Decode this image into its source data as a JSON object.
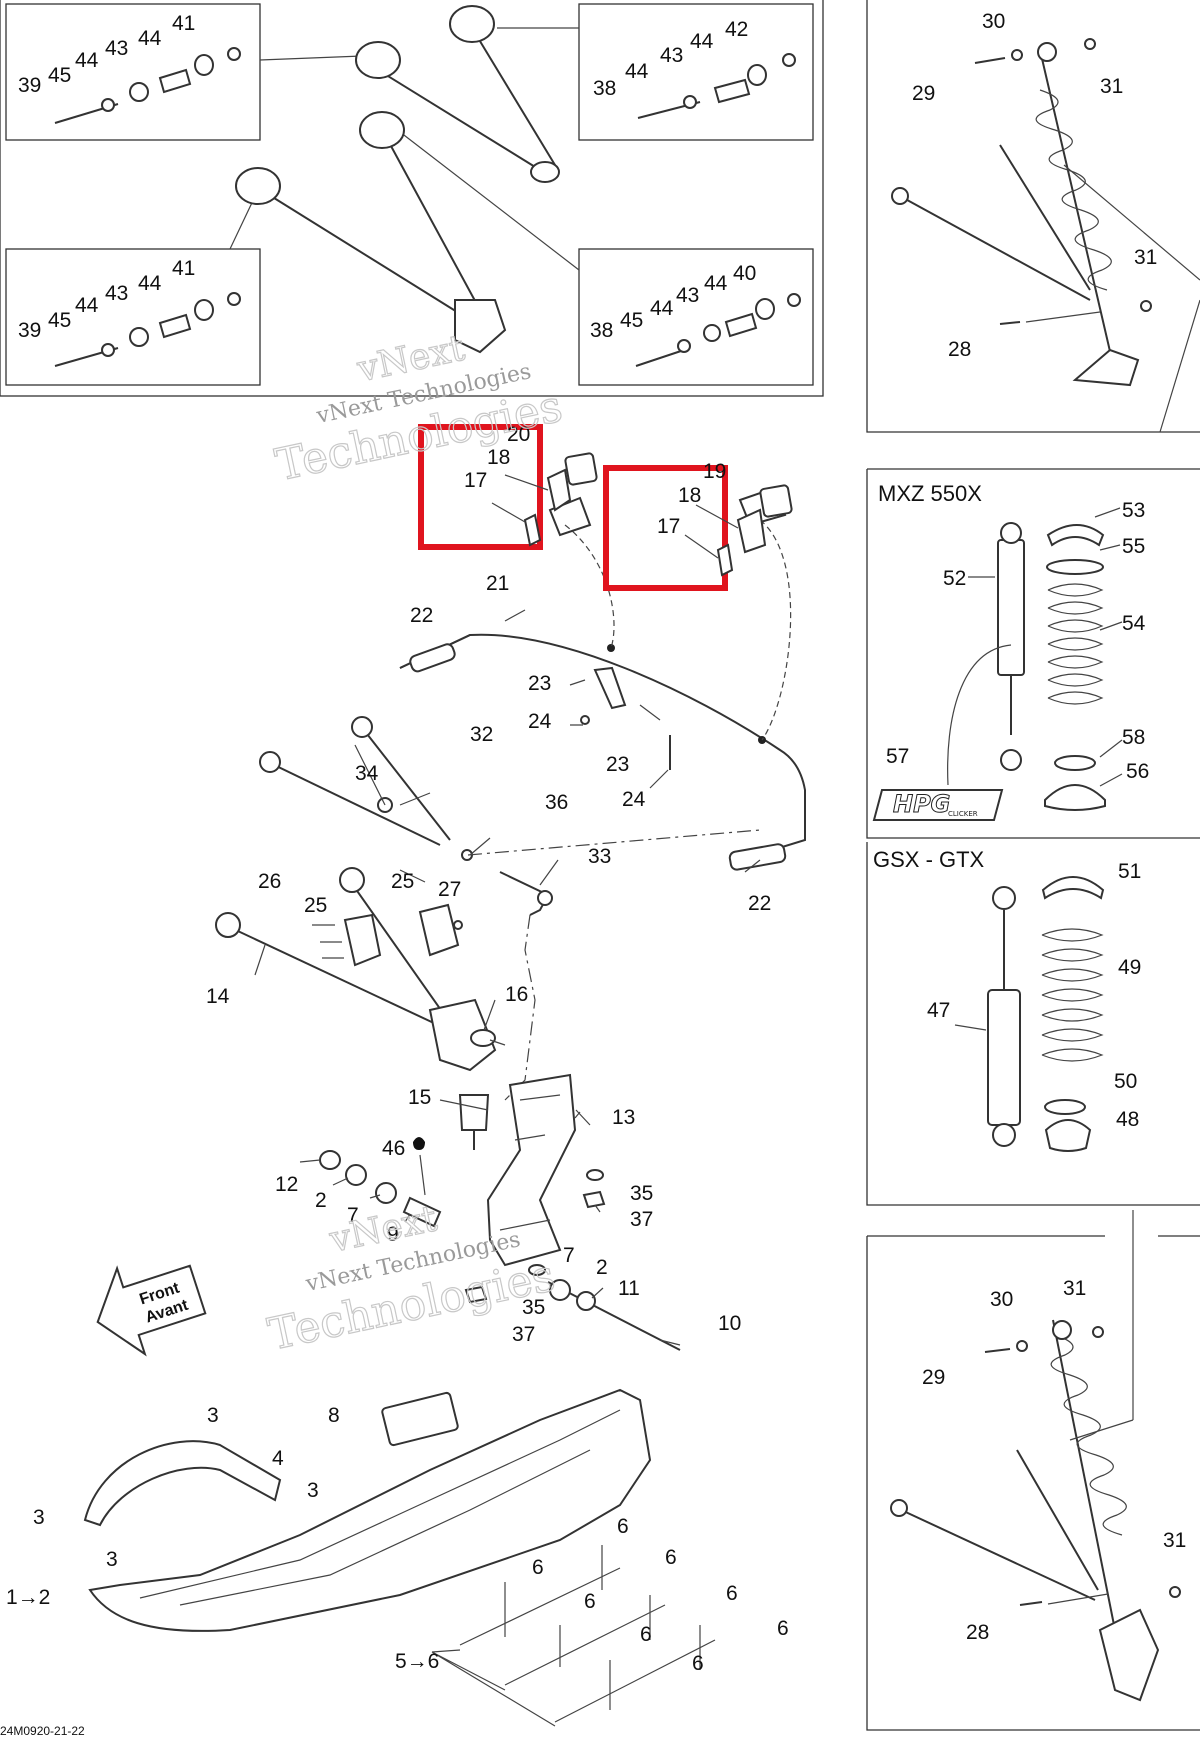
{
  "variant_labels": {
    "mxz": "MXZ 550X",
    "gsx": "GSX - GTX"
  },
  "watermark": {
    "line1": "vNext Technologies",
    "line2": "Technologies",
    "fragment": "vNext"
  },
  "shock_logo": {
    "text": "HPG",
    "subtext": "CLICKER"
  },
  "front_arrow": {
    "line1": "Front",
    "line2": "Avant"
  },
  "drawing_code": "24M0920-21-22",
  "callouts": {
    "c1_2": "1→2",
    "c3": "3",
    "c4": "4",
    "c5_6": "5→6",
    "c6": "6",
    "c7": "7",
    "c2": "2",
    "c8": "8",
    "c9": "9",
    "c10": "10",
    "c11": "11",
    "c12": "12",
    "c13": "13",
    "c14": "14",
    "c15": "15",
    "c16": "16",
    "c17": "17",
    "c18": "18",
    "c19": "19",
    "c20": "20",
    "c21": "21",
    "c22": "22",
    "c23": "23",
    "c24": "24",
    "c25": "25",
    "c26": "26",
    "c27": "27",
    "c28": "28",
    "c29": "29",
    "c30": "30",
    "c31": "31",
    "c32": "32",
    "c33": "33",
    "c34": "34",
    "c35": "35",
    "c36": "36",
    "c37": "37",
    "c38": "38",
    "c39": "39",
    "c40": "40",
    "c41": "41",
    "c42": "42",
    "c43": "43",
    "c44": "44",
    "c45": "45",
    "c46": "46",
    "c47": "47",
    "c48": "48",
    "c49": "49",
    "c50": "50",
    "c51": "51",
    "c52": "52",
    "c53": "53",
    "c54": "54",
    "c55": "55",
    "c56": "56",
    "c57": "57",
    "c58": "58"
  },
  "highlight_color": "#e0141e"
}
